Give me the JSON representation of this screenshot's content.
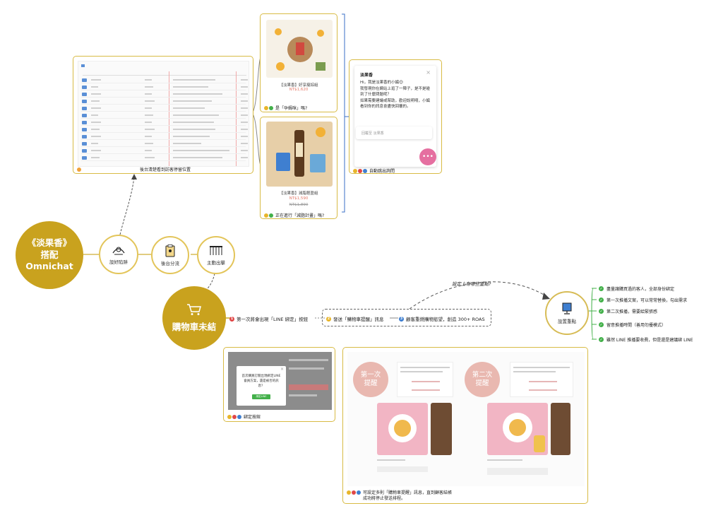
{
  "center": {
    "title": "《淡果香》\n搭配 Omnichat",
    "steps": [
      {
        "label": "設好陷阱",
        "icon": "trap-net-icon"
      },
      {
        "label": "後台分流",
        "icon": "clipboard-icon"
      },
      {
        "label": "主動出擊",
        "icon": "theater-curtain-icon"
      }
    ]
  },
  "cart_node": {
    "title": "購物車未結",
    "icon": "shopping-cart-icon"
  },
  "cards": {
    "backend": {
      "caption": "後台清楚看到訪客停留位置"
    },
    "product1": {
      "name": "【淡果香】好享瘦綜組",
      "price": "NT$1,620",
      "caption": "是「孕媽咪」嗎?"
    },
    "product2": {
      "name": "【淡果香】減脂輕盈組",
      "price": "NT$1,590",
      "old_price": "NT$1,890",
      "caption": "正在進行「減脂計畫」嗎?"
    },
    "chat": {
      "title": "淡果香",
      "message": "Hi，我是淡果香的小編😊\n我發現你在網站上逛了一陣子，是不是碰到了什麼問題呢？\n如果需要建議或幫助，歡迎說明唷，小編看到你的訊息會盡快回覆的。",
      "input_placeholder": "回覆至 淡果香",
      "caption": "自動跳出詢問"
    },
    "bind": {
      "dialog_text": "首次購買訂閱出現綁定LINE會員方案，還是被否的訊息？",
      "dialog_button": "綁定LINE",
      "caption": "綁定按鈕"
    },
    "reminder": {
      "first_stamp": "第一次\n提醒",
      "second_stamp": "第二次\n提醒",
      "caption": "可設定多則「購物車提醒」訊息，直到顧客結帳\n成功將停止發送排程。"
    }
  },
  "flow": {
    "step1": "第一次將會出現「LINE 綁定」按鈕",
    "step2": "發送「購物車提醒」訊息",
    "step3": "顧客重燃購物慾望，創造 300+ ROAS",
    "question": "設定上有哪些重點?"
  },
  "key_points": {
    "title": "設置重點",
    "icon": "monitor-stand-icon",
    "items": [
      "盡量讓購買過的客人，全部身份綁定",
      "第一次推播文案，可以常常替換，勾出需求",
      "第二次推播，需要給緊張感",
      "留意推播時間（善用勿擾模式）",
      "雖然 LINE 推播要收費，但是還是建議綁 LINE"
    ]
  },
  "colors": {
    "gold": "#c9a21e",
    "gold_border": "#d8bb45",
    "pink": "#e9b8b0",
    "check_green": "#43b04a",
    "num1": "#e04848",
    "num2": "#e8b52a",
    "num3": "#3f7fd0"
  }
}
